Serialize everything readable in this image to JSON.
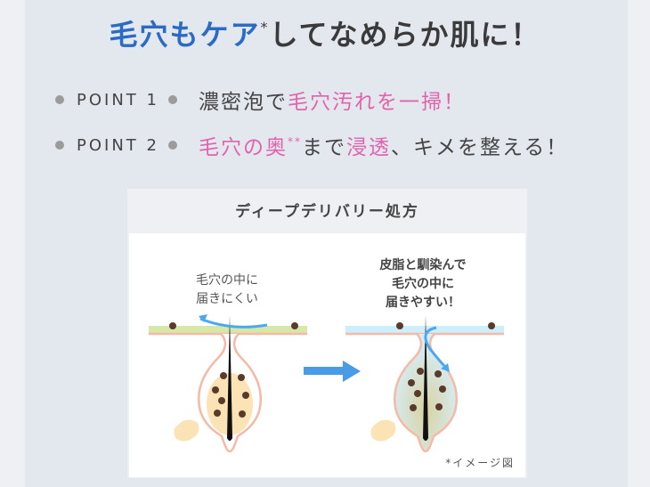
{
  "title": {
    "part_blue": "毛穴もケア",
    "asterisk": "*",
    "part_dark": "してなめらか肌に！"
  },
  "points": [
    {
      "label": "POINT 1",
      "text_dark": "濃密泡で",
      "text_pink": "毛穴汚れを一掃！"
    },
    {
      "label": "POINT 2",
      "text_pink1": "毛穴の奥",
      "sup": "**",
      "text_dark1": "まで",
      "text_pink2": "浸透",
      "text_dark2": "、キメを整える！"
    }
  ],
  "card": {
    "title": "ディープデリバリー処方",
    "left_caption": [
      "毛穴の中に",
      "届きにくい"
    ],
    "right_caption": [
      "皮脂と馴染んで",
      "毛穴の中に",
      "届きやすい！"
    ],
    "note": "*イメージ図"
  },
  "colors": {
    "blue": "#2b6bc4",
    "pink": "#e263ad",
    "arrow": "#4a9be6"
  }
}
